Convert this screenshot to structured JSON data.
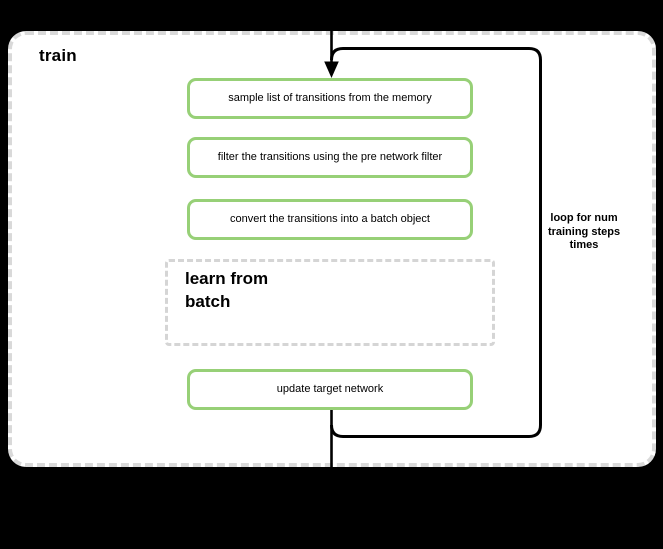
{
  "diagram": {
    "title": "train",
    "steps": [
      {
        "label": "sample list of transitions from the memory"
      },
      {
        "label": "filter the transitions using the pre network filter"
      },
      {
        "label": "convert the transitions into a batch object"
      }
    ],
    "learn_box": {
      "label": "learn from batch"
    },
    "update_box": {
      "label": "update target network"
    },
    "loop_label": "loop for num training steps times",
    "colors": {
      "step_border_green": "#97d077",
      "dashed_gray": "#d9d9d9",
      "line_black": "#000000",
      "container_white": "#ffffff",
      "background_black": "#000000"
    }
  }
}
